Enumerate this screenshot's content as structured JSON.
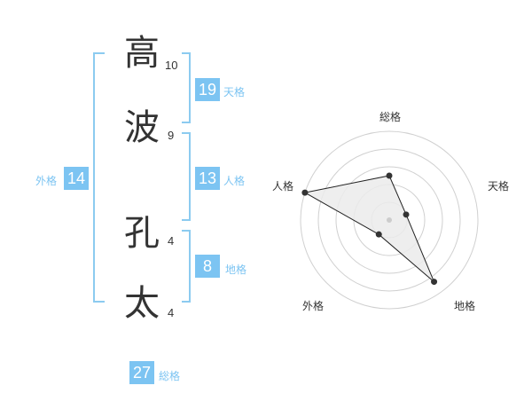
{
  "name": {
    "chars": [
      {
        "char": "高",
        "strokes": "10"
      },
      {
        "char": "波",
        "strokes": "9"
      },
      {
        "char": "孔",
        "strokes": "4"
      },
      {
        "char": "太",
        "strokes": "4"
      }
    ]
  },
  "fortunes": {
    "tenkaku": {
      "value": "19",
      "label": "天格"
    },
    "jinkaku": {
      "value": "13",
      "label": "人格"
    },
    "chikaku": {
      "value": "8",
      "label": "地格"
    },
    "gaikaku": {
      "value": "14",
      "label": "外格"
    },
    "soukaku": {
      "value": "27",
      "label": "総格"
    }
  },
  "colors": {
    "accent": "#7cc4f2",
    "badge": "#7cc4f2",
    "bracket": "#8ccbf0",
    "grid": "#d0d0d0",
    "polygon_fill": "#ebebeb",
    "polygon_stroke": "#222222"
  },
  "chart_data": {
    "type": "radar",
    "axes": [
      "総格",
      "天格",
      "地格",
      "外格",
      "人格"
    ],
    "levels": 5,
    "values": [
      2.5,
      1,
      4.3,
      1,
      5
    ]
  }
}
